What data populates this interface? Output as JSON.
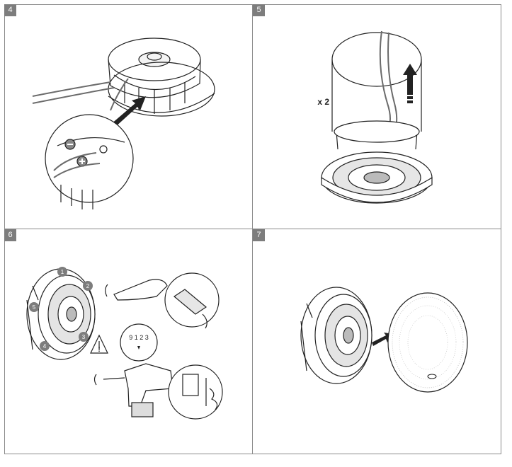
{
  "steps": [
    {
      "number": "4"
    },
    {
      "number": "5",
      "multiplier_label": "x 2"
    },
    {
      "number": "6",
      "callouts": [
        "1",
        "2",
        "3",
        "4",
        "5"
      ],
      "dial_digits": "9 1 2 3"
    },
    {
      "number": "7"
    }
  ],
  "colors": {
    "line": "#222222",
    "frame": "#8a8a8a",
    "badge": "#7d7d7d",
    "wire": "#6b6b6b"
  },
  "icons": [
    "speaker-icon",
    "wire-icon",
    "ceiling-hole-icon",
    "arrow-up-icon",
    "warning-icon",
    "drill-icon",
    "screwdriver-icon",
    "grille-icon"
  ]
}
